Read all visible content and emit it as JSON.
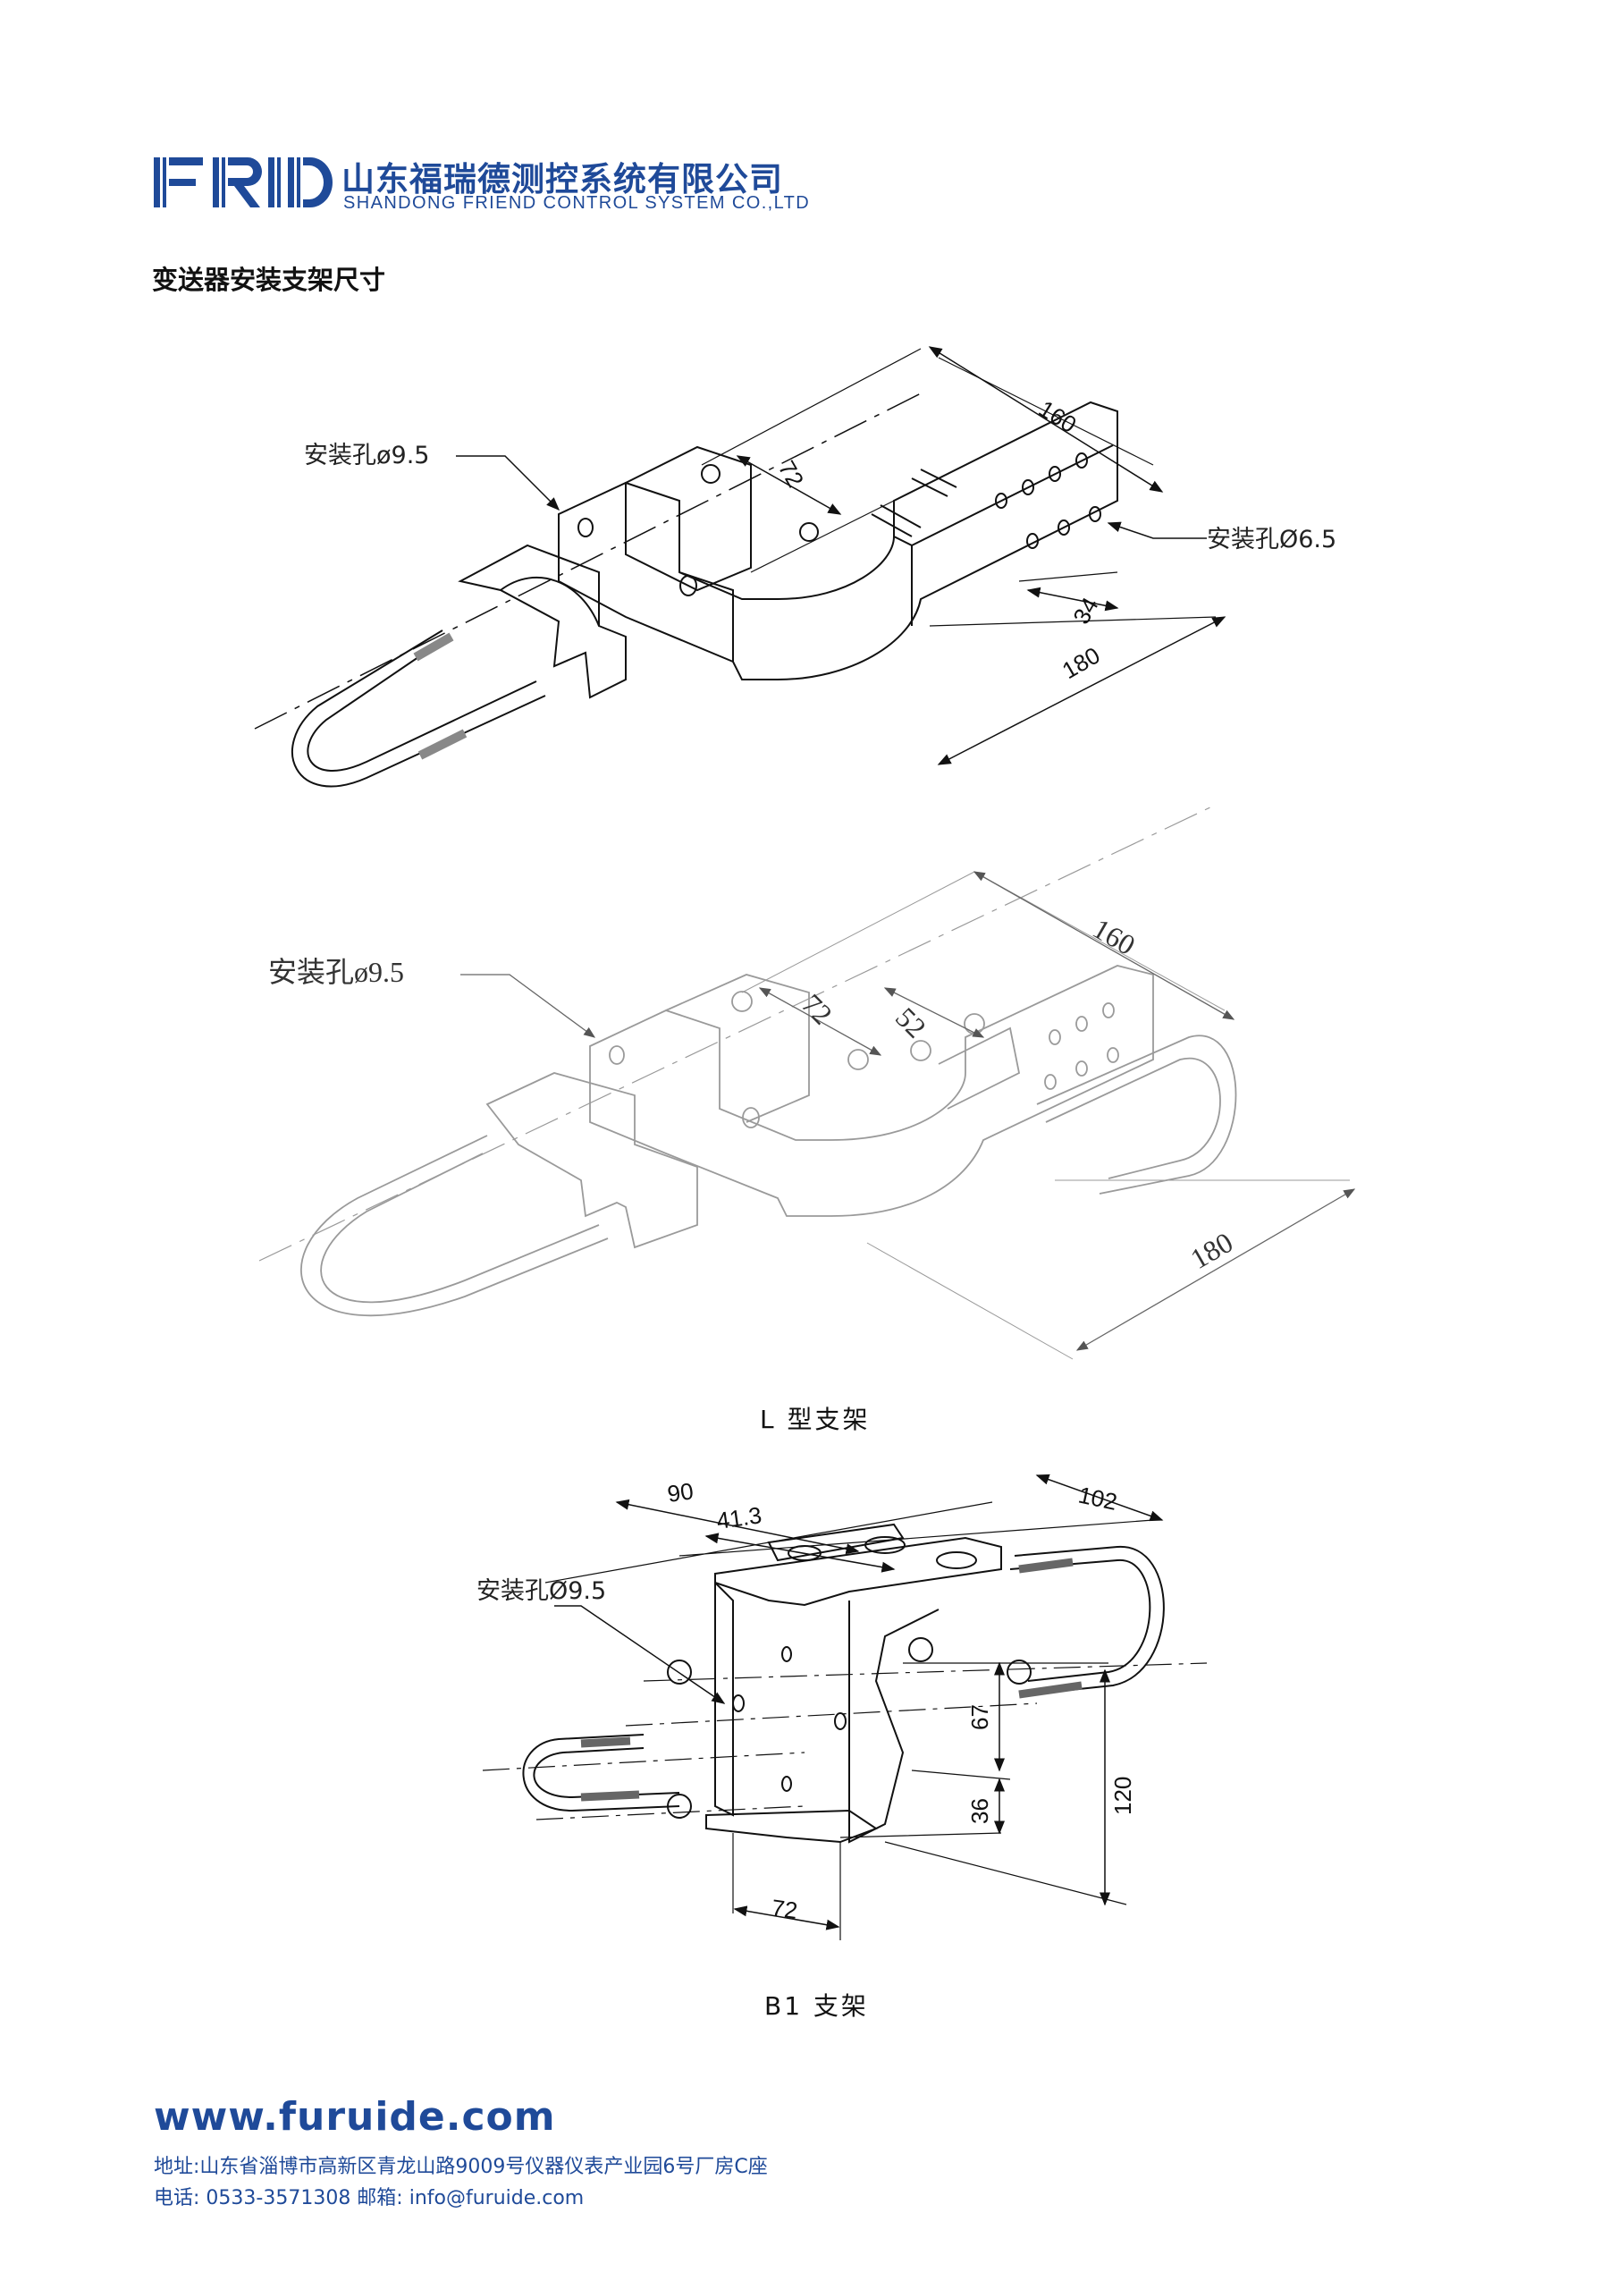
{
  "header": {
    "logo_text": "FRD",
    "company_cn": "山东福瑞德测控系统有限公司",
    "company_en": "SHANDONG FRIEND CONTROL SYSTEM CO.,LTD",
    "brand_color": "#1f4a99"
  },
  "section_title": "变送器安装支架尺寸",
  "drawing1": {
    "hole_left": "安装孔ø9.5",
    "hole_right": "安装孔Ø6.5",
    "dim_72": "72",
    "dim_160": "160",
    "dim_34": "34",
    "dim_180": "180"
  },
  "drawing2": {
    "hole_left": "安装孔ø9.5",
    "dim_72": "72",
    "dim_52": "52",
    "dim_160": "160",
    "dim_180": "180",
    "caption": "L 型支架"
  },
  "drawing3": {
    "hole": "安装孔Ø9.5",
    "dim_90": "90",
    "dim_41_3": "41.3",
    "dim_102": "102",
    "dim_67": "67",
    "dim_36": "36",
    "dim_120": "120",
    "dim_72": "72",
    "caption": "B1 支架"
  },
  "footer": {
    "website": "www.furuide.com",
    "address": "地址:山东省淄博市高新区青龙山路9009号仪器仪表产业园6号厂房C座",
    "contact": "电话: 0533-3571308 邮箱: info@furuide.com"
  }
}
